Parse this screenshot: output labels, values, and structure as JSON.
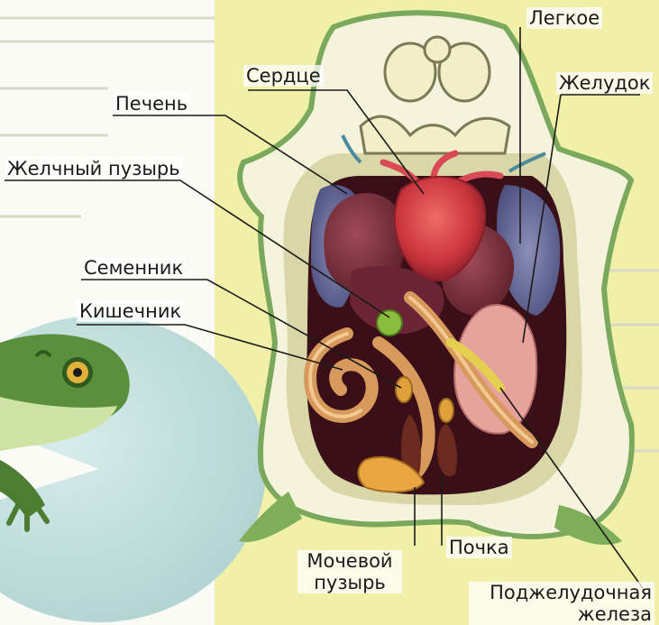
{
  "labels": {
    "heart": "Сердце",
    "lung": "Легкое",
    "stomach": "Желудок",
    "liver": "Печень",
    "gallbladder": "Желчный пузырь",
    "testis": "Семенник",
    "intestine": "Кишечник",
    "bladder_line1": "Мочевой",
    "bladder_line2": "пузырь",
    "kidney": "Почка",
    "pancreas_line1": "Поджелудочная",
    "pancreas_line2": "железа"
  }
}
